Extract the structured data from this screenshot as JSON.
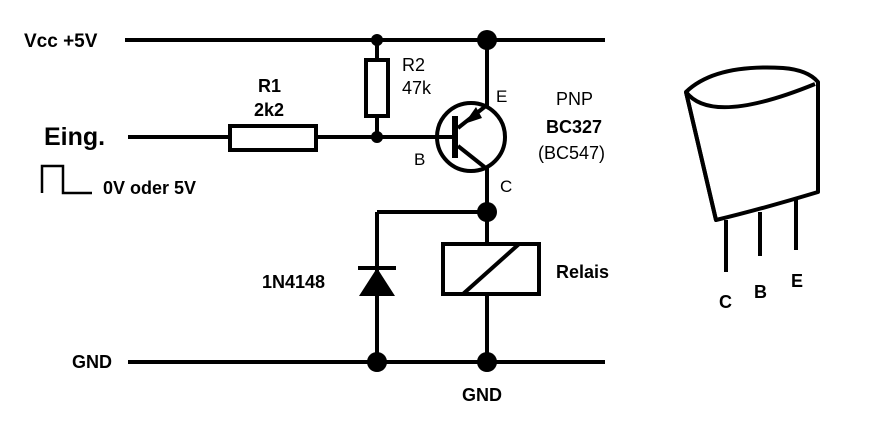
{
  "labels": {
    "vcc": "Vcc  +5V",
    "input": "Eing.",
    "input_signal": "0V oder 5V",
    "r1_name": "R1",
    "r1_value": "2k2",
    "r2_name": "R2",
    "r2_value": "47k",
    "transistor_type": "PNP",
    "transistor_part": "BC327",
    "transistor_alt": "(BC547)",
    "pin_e": "E",
    "pin_b": "B",
    "pin_c": "C",
    "diode": "1N4148",
    "relay": "Relais",
    "gnd_left": "GND",
    "gnd_bottom": "GND",
    "package_c": "C",
    "package_b": "B",
    "package_e": "E"
  },
  "colors": {
    "ink": "#000000",
    "background": "#ffffff"
  }
}
